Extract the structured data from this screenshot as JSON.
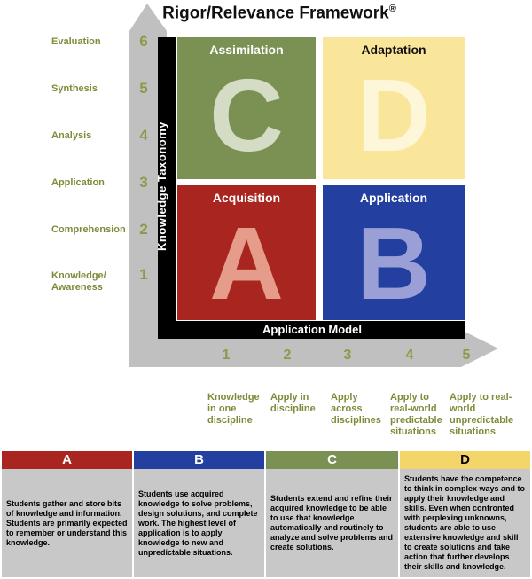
{
  "title": "Rigor/Relevance Framework",
  "title_mark": "®",
  "y_axis": {
    "title": "Knowledge Taxonomy",
    "levels": [
      {
        "num": "6",
        "label": "Evaluation"
      },
      {
        "num": "5",
        "label": "Synthesis"
      },
      {
        "num": "4",
        "label": "Analysis"
      },
      {
        "num": "3",
        "label": "Application"
      },
      {
        "num": "2",
        "label": "Comprehension"
      },
      {
        "num": "1",
        "label": "Knowledge/ Awareness"
      }
    ]
  },
  "x_axis": {
    "title": "Application Model",
    "levels": [
      {
        "num": "1",
        "label": "Knowledge in one discipline"
      },
      {
        "num": "2",
        "label": "Apply in discipline"
      },
      {
        "num": "3",
        "label": "Apply across disciplines"
      },
      {
        "num": "4",
        "label": "Apply to real-world predictable situations"
      },
      {
        "num": "5",
        "label": "Apply to real-world unpredictable situations"
      }
    ]
  },
  "quadrants": {
    "C": {
      "name": "Assimilation",
      "letter": "C",
      "color": "#7b9154"
    },
    "D": {
      "name": "Adaptation",
      "letter": "D",
      "color": "#fae69b"
    },
    "A": {
      "name": "Acquisition",
      "letter": "A",
      "color": "#a8261f"
    },
    "B": {
      "name": "Application",
      "letter": "B",
      "color": "#2340a0"
    }
  },
  "table": [
    {
      "header": "A",
      "color": "#a8261f",
      "text": "Students gather and store bits of knowledge and information. Students are primarily expected to remember or understand this knowledge."
    },
    {
      "header": "B",
      "color": "#2340a0",
      "text": "Students use acquired knowledge to solve problems, design solutions, and complete work. The highest level of application is to apply knowledge to new and unpredictable situations."
    },
    {
      "header": "C",
      "color": "#7b9154",
      "text": "Students extend and refine their acquired knowledge to be able to use that knowledge automatically and routinely to analyze and solve problems and create solutions."
    },
    {
      "header": "D",
      "color": "#f3d56a",
      "text": "Students have the competence to think in complex ways and to apply their knowledge and skills. Even when confronted with perplexing unknowns, students are able to use extensive knowledge and skill to create solutions and take action that further develops their skills and knowledge."
    }
  ]
}
